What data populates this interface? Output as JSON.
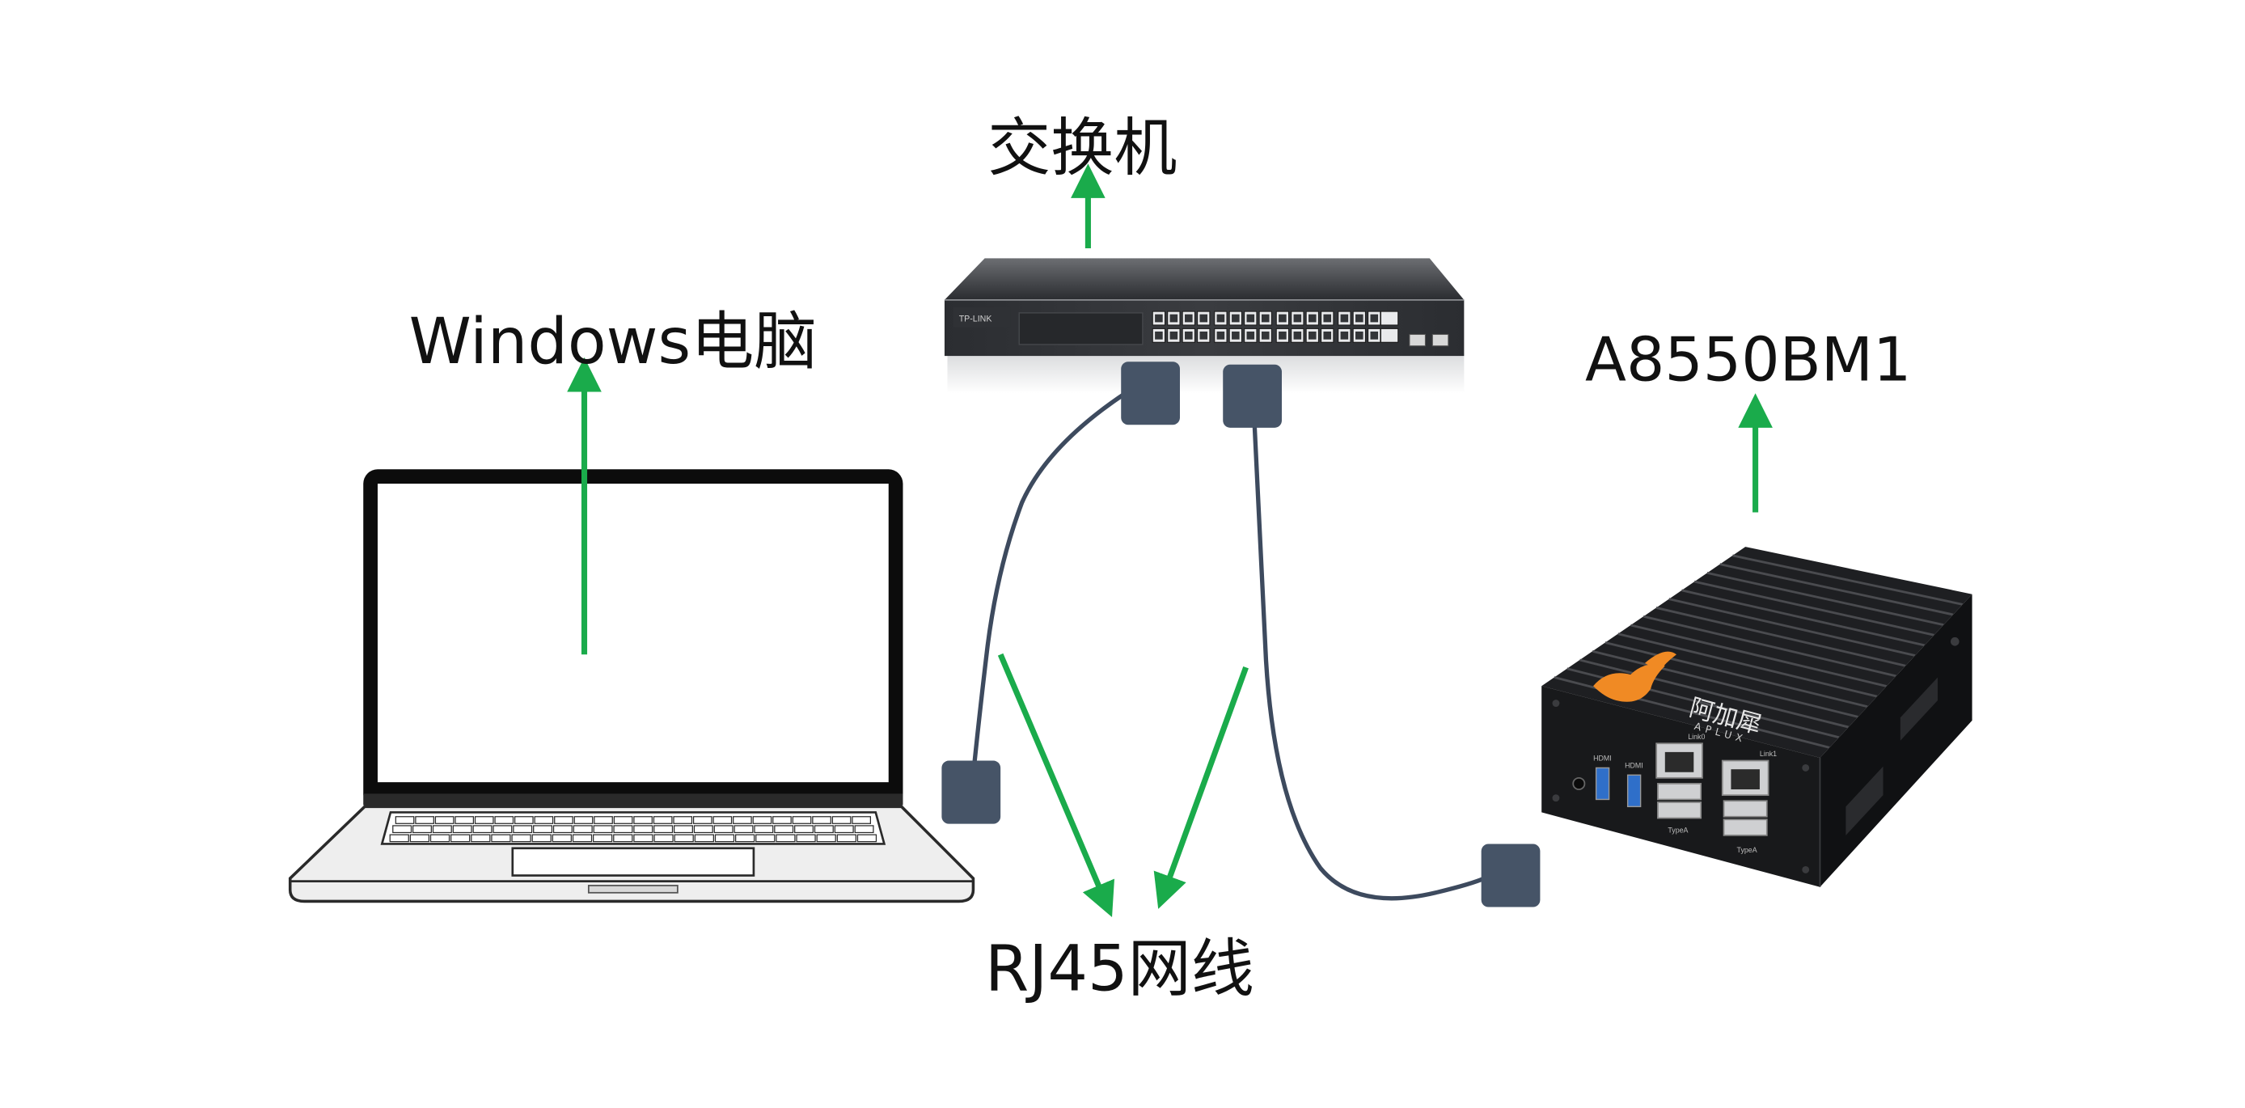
{
  "labels": {
    "switch": "交换机",
    "laptop": "Windows电脑",
    "box": "A8550BM1",
    "cable": "RJ45网线"
  },
  "switch_device": {
    "brand": "TP-LINK"
  },
  "box_device": {
    "logo_text": "阿加犀",
    "logo_sub": "APLUX",
    "port_labels": [
      "HDMI",
      "HDMI",
      "Link0",
      "Link1",
      "TypeA",
      "TypeA"
    ]
  },
  "colors": {
    "arrow": "#1aab4b",
    "cable": "#3d4a5e",
    "connector": "#465467",
    "logo": "#f08a24"
  }
}
